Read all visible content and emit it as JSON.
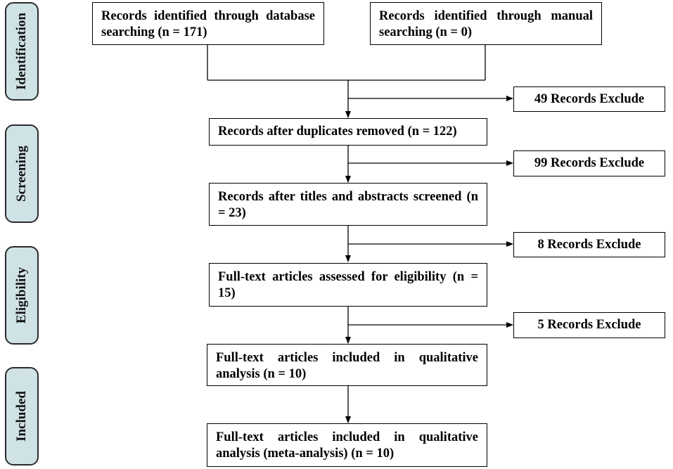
{
  "phases": {
    "identification": "Identification",
    "screening": "Screening",
    "eligibility": "Eligibility",
    "included": "Included"
  },
  "boxes": {
    "database": "Records identified through database searching (n = 171)",
    "manual": "Records identified through manual searching (n = 0)",
    "duplicates": "Records after duplicates removed (n = 122)",
    "titles": "Records after titles and abstracts screened (n = 23)",
    "fulltext_assessed": "Full-text articles assessed for eligibility (n = 15)",
    "qualitative": "Full-text articles included in qualitative analysis (n = 10)",
    "meta": "Full-text articles included in qualitative analysis (meta-analysis) (n = 10)"
  },
  "excludes": {
    "e1": "49 Records Exclude",
    "e2": "99 Records Exclude",
    "e3": "8 Records Exclude",
    "e4": "5 Records Exclude"
  }
}
